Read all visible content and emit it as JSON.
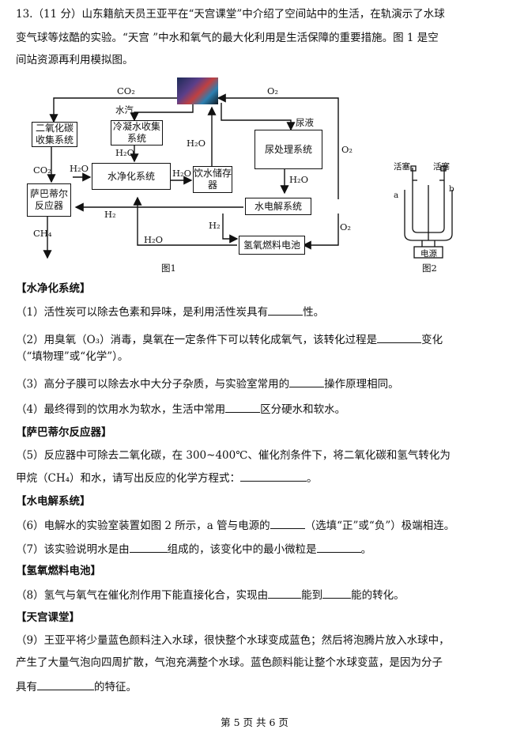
{
  "question": {
    "intro_line1": "13.（11 分）山东籍航天员王亚平在“天宫课堂”中介绍了空间站中的生活，在轨演示了水球",
    "intro_line2": "变气球等炫酷的实验。“天宫 ”中水和氧气的最大化利用是生活保障的重要措施。图 1 是空",
    "intro_line3": "间站资源再利用模拟图。"
  },
  "figure1": {
    "caption": "图1",
    "boxes": {
      "co2_collect": "二氧化碳收集系统",
      "condense": "冷凝水收集系统",
      "purify": "水净化系统",
      "storage": "饮水储存器",
      "urine": "尿处理系统",
      "sabatier": "萨巴蒂尔反应器",
      "electrolysis": "水电解系统",
      "fuelcell": "氢氧燃料电池"
    },
    "labels": {
      "co2_top": "CO₂",
      "o2_top": "O₂",
      "water_vapor": "水汽",
      "urine": "尿液",
      "h2o_a": "H₂O",
      "h2o_b": "H₂O",
      "h2o_c": "H₂O",
      "h2o_d": "H₂O",
      "h2o_e": "H₂O",
      "h2o_f": "H₂O",
      "co2_left": "CO₂",
      "h2_a": "H₂",
      "h2_b": "H₂",
      "ch4": "CH₄",
      "o2_right": "O₂",
      "o2_bottom": "O₂"
    }
  },
  "figure2": {
    "caption": "图2",
    "valve_left": "活塞",
    "valve_right": "活塞",
    "a": "a",
    "b": "b",
    "power": "电源"
  },
  "sections": {
    "s1": "【水净化系统】",
    "q1a": "（1）活性炭可以除去色素和异味，是利用活性炭具有",
    "q1b": "性。",
    "q2a": "（2）用臭氧（O₃）消毒，臭氧在一定条件下可以转化成氧气，该转化过程是",
    "q2b": "变化",
    "q2c": "（“填物理”或“化学”）。",
    "q3a": "（3）高分子膜可以除去水中大分子杂质，与实验室常用的",
    "q3b": "操作原理相同。",
    "q4a": "（4）最终得到的饮用水为软水，生活中常用",
    "q4b": "区分硬水和软水。",
    "s2": "【萨巴蒂尔反应器】",
    "q5a": "（5）反应器中可除去二氧化碳，在 300~400℃、催化剂条件下，将二氧化碳和氢气转化为",
    "q5b": "甲烷（CH₄）和水，请写出反应的化学方程式：",
    "q5c": "。",
    "s3": "【水电解系统】",
    "q6a": "（6）电解水的实验室装置如图 2 所示，a 管与电源的",
    "q6b": "（选填“正”或“负”）极端相连。",
    "q7a": "（7）该实验说明水是由",
    "q7b": "组成的，该变化中的最小微粒是",
    "q7c": "。",
    "s4": "【氢氧燃料电池】",
    "q8a": "（8）氢气与氧气在催化剂作用下能直接化合，实现由",
    "q8b": "能到",
    "q8c": "能的转化。",
    "s5": "【天宫课堂】",
    "q9a": "（9）王亚平将少量蓝色颜料注入水球，很快整个水球变成蓝色；然后将泡腾片放入水球中，",
    "q9b": "产生了大量气泡向四周扩散，气泡充满整个水球。蓝色颜料能让整个水球变蓝，是因为分子",
    "q9c": "具有",
    "q9d": "的特征。"
  },
  "footer": "第 5 页 共 6 页"
}
